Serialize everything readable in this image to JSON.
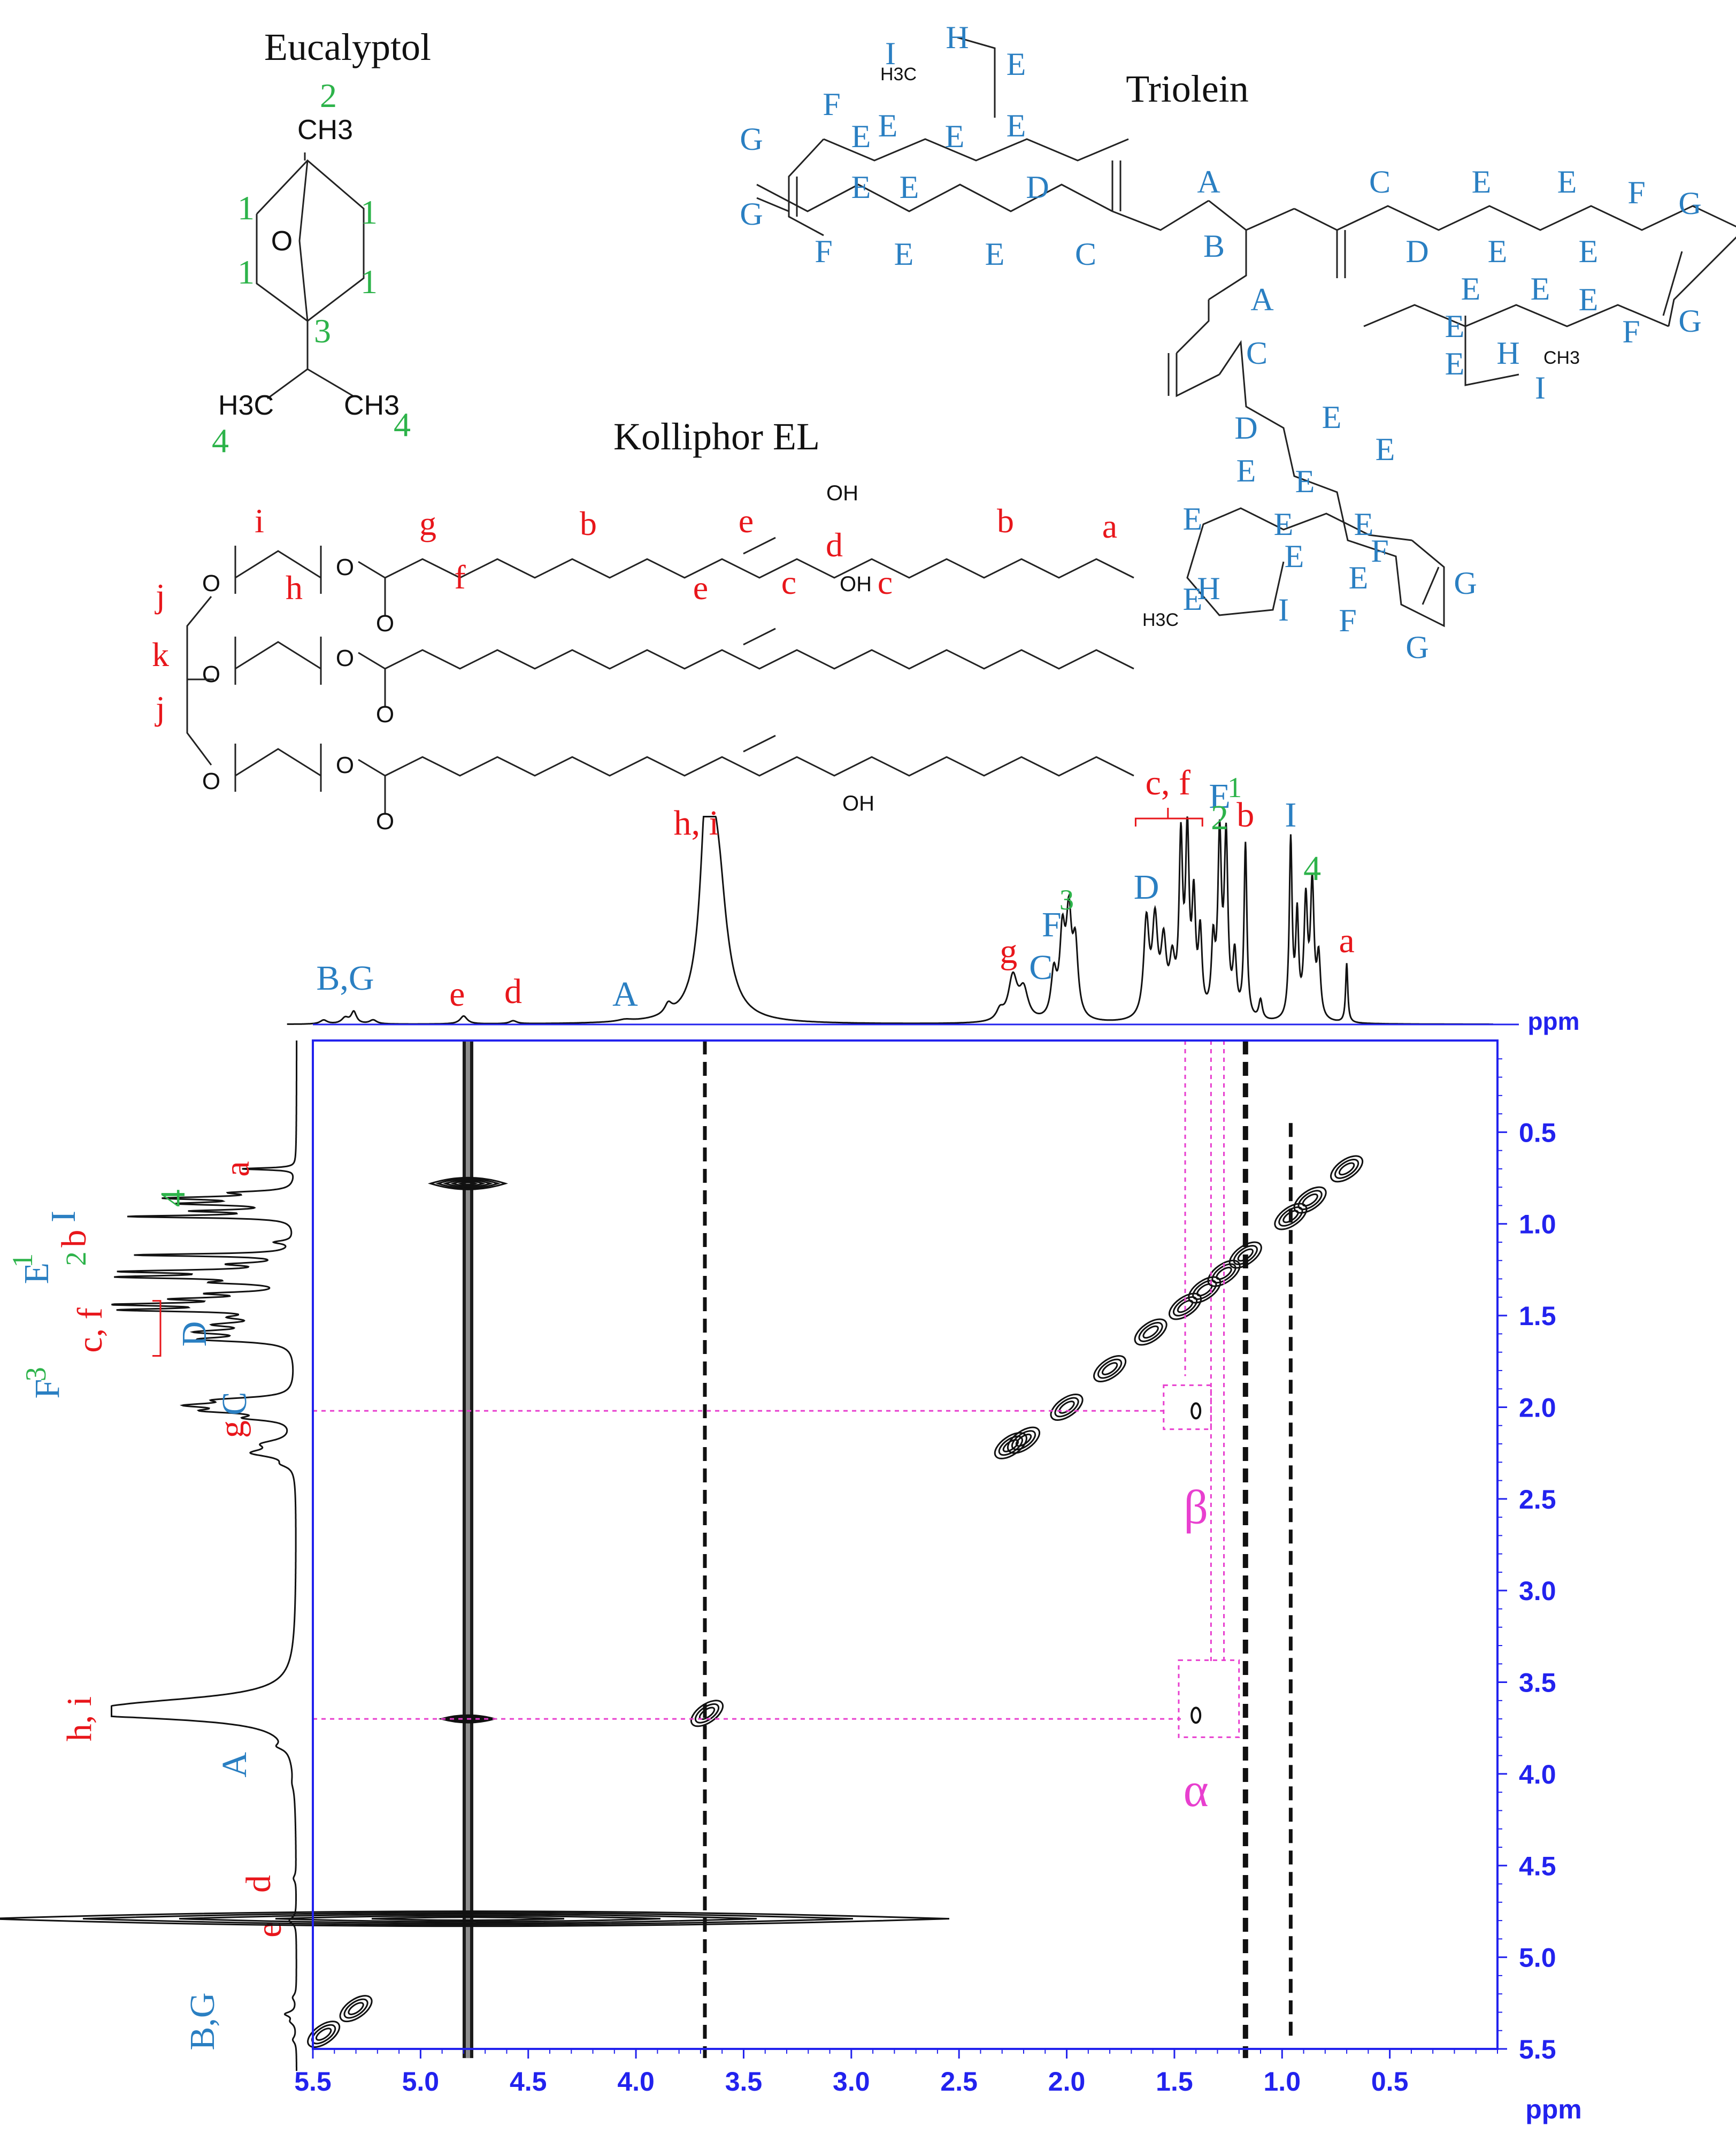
{
  "structures": {
    "eucalyptol": {
      "title": "Eucalyptol",
      "methyl": "CH3",
      "ring_oxygen": "O",
      "iso_left": "H3C",
      "iso_right": "CH3",
      "labels": [
        "2",
        "1",
        "1",
        "1",
        "1",
        "3",
        "4",
        "4"
      ]
    },
    "triolein": {
      "title": "Triolein",
      "chain1_labels": [
        "I",
        "H",
        "E",
        "E",
        "E",
        "E",
        "E",
        "F",
        "G",
        "G",
        "F",
        "E",
        "E",
        "E",
        "E",
        "D",
        "C"
      ],
      "glycerol_labels": [
        "A",
        "B",
        "A"
      ],
      "chain2_labels": [
        "C",
        "D",
        "E",
        "E",
        "E",
        "E",
        "F",
        "G",
        "G",
        "F",
        "E",
        "E",
        "E",
        "E",
        "E",
        "H",
        "I"
      ],
      "chain3_labels": [
        "C",
        "D",
        "E",
        "E",
        "E",
        "E",
        "E",
        "E",
        "E",
        "E",
        "E",
        "F",
        "G",
        "G",
        "F",
        "E",
        "H",
        "I"
      ],
      "methyl_text": "H3C",
      "methyl_text_right": "CH3"
    },
    "kolliphor": {
      "title": "Kolliphor EL",
      "hydroxyl": "OH",
      "oxygen": "O",
      "chain_labels": [
        "i",
        "h",
        "g",
        "f",
        "b",
        "e",
        "e",
        "d",
        "c",
        "c",
        "b",
        "a"
      ],
      "glycerol_labels": [
        "j",
        "k",
        "j"
      ]
    }
  },
  "chart_data": {
    "type": "2D NMR contour (COSY)",
    "x_axis": {
      "label": "ppm",
      "range": [
        5.5,
        0.0
      ],
      "ticks": [
        "5.5",
        "5.0",
        "4.5",
        "4.0",
        "3.5",
        "3.0",
        "2.5",
        "2.0",
        "1.5",
        "1.0",
        "0.5"
      ]
    },
    "y_axis": {
      "label": "ppm",
      "range": [
        0.0,
        5.5
      ],
      "ticks": [
        "0.5",
        "1.0",
        "1.5",
        "2.0",
        "2.5",
        "3.0",
        "3.5",
        "4.0",
        "4.5",
        "5.0",
        "5.5"
      ]
    },
    "projection_peaks": [
      {
        "ppm": 5.45,
        "height": 0.02,
        "w": 0.02
      },
      {
        "ppm": 5.35,
        "height": 0.03,
        "w": 0.02
      },
      {
        "ppm": 5.31,
        "height": 0.06,
        "w": 0.015
      },
      {
        "ppm": 5.22,
        "height": 0.02,
        "w": 0.02
      },
      {
        "ppm": 4.8,
        "height": 0.04,
        "w": 0.02
      },
      {
        "ppm": 4.57,
        "height": 0.015,
        "w": 0.02
      },
      {
        "ppm": 4.05,
        "height": 0.01,
        "w": 0.04
      },
      {
        "ppm": 3.85,
        "height": 0.05,
        "w": 0.02
      },
      {
        "ppm": 3.67,
        "height": 1.0,
        "w": 0.035
      },
      {
        "ppm": 3.62,
        "height": 0.65,
        "w": 0.05
      },
      {
        "ppm": 2.31,
        "height": 0.05,
        "w": 0.02
      },
      {
        "ppm": 2.25,
        "height": 0.22,
        "w": 0.025
      },
      {
        "ppm": 2.2,
        "height": 0.15,
        "w": 0.025
      },
      {
        "ppm": 2.06,
        "height": 0.22,
        "w": 0.015
      },
      {
        "ppm": 2.02,
        "height": 0.4,
        "w": 0.015
      },
      {
        "ppm": 1.99,
        "height": 0.48,
        "w": 0.015
      },
      {
        "ppm": 1.96,
        "height": 0.35,
        "w": 0.015
      },
      {
        "ppm": 1.63,
        "height": 0.48,
        "w": 0.015
      },
      {
        "ppm": 1.59,
        "height": 0.46,
        "w": 0.015
      },
      {
        "ppm": 1.55,
        "height": 0.35,
        "w": 0.015
      },
      {
        "ppm": 1.51,
        "height": 0.25,
        "w": 0.015
      },
      {
        "ppm": 1.47,
        "height": 0.85,
        "w": 0.01
      },
      {
        "ppm": 1.44,
        "height": 0.88,
        "w": 0.01
      },
      {
        "ppm": 1.41,
        "height": 0.55,
        "w": 0.01
      },
      {
        "ppm": 1.38,
        "height": 0.4,
        "w": 0.01
      },
      {
        "ppm": 1.32,
        "height": 0.35,
        "w": 0.01
      },
      {
        "ppm": 1.29,
        "height": 0.88,
        "w": 0.01
      },
      {
        "ppm": 1.26,
        "height": 0.88,
        "w": 0.01
      },
      {
        "ppm": 1.22,
        "height": 0.3,
        "w": 0.01
      },
      {
        "ppm": 1.17,
        "height": 0.88,
        "w": 0.008
      },
      {
        "ppm": 1.1,
        "height": 0.1,
        "w": 0.01
      },
      {
        "ppm": 0.96,
        "height": 0.9,
        "w": 0.008
      },
      {
        "ppm": 0.93,
        "height": 0.5,
        "w": 0.008
      },
      {
        "ppm": 0.89,
        "height": 0.58,
        "w": 0.01
      },
      {
        "ppm": 0.86,
        "height": 0.66,
        "w": 0.01
      },
      {
        "ppm": 0.83,
        "height": 0.3,
        "w": 0.01
      },
      {
        "ppm": 0.7,
        "height": 0.3,
        "w": 0.006
      }
    ],
    "proj_labels": [
      {
        "text": "B,G",
        "color": "blue"
      },
      {
        "text": "e",
        "color": "red"
      },
      {
        "text": "d",
        "color": "red"
      },
      {
        "text": "A",
        "color": "blue"
      },
      {
        "text": "h, i",
        "color": "red"
      },
      {
        "text": "g",
        "color": "red"
      },
      {
        "text": "C",
        "color": "blue"
      },
      {
        "text": "F",
        "color": "blue"
      },
      {
        "text": "3",
        "color": "green"
      },
      {
        "text": "D",
        "color": "blue"
      },
      {
        "text": "c, f",
        "color": "red"
      },
      {
        "text": "E",
        "color": "blue"
      },
      {
        "text": "1",
        "color": "green"
      },
      {
        "text": "2",
        "color": "green"
      },
      {
        "text": "b",
        "color": "red"
      },
      {
        "text": "I",
        "color": "blue"
      },
      {
        "text": "4",
        "color": "green"
      },
      {
        "text": "a",
        "color": "red"
      }
    ],
    "vertical_streaks": [
      {
        "ppm": 4.78,
        "from": 0.0,
        "to": 5.55,
        "kind": "solid"
      },
      {
        "ppm": 3.68,
        "from": 0.0,
        "to": 5.55,
        "kind": "dashed"
      },
      {
        "ppm": 1.17,
        "from": 0.0,
        "to": 5.55,
        "kind": "dashed"
      },
      {
        "ppm": 0.96,
        "from": 0.45,
        "to": 5.45,
        "kind": "dashed"
      }
    ],
    "diagonal_peaks": [
      [
        5.45,
        5.42
      ],
      [
        5.3,
        5.28
      ],
      [
        2.26,
        2.21
      ],
      [
        2.2,
        2.18
      ],
      [
        2.0,
        2.0
      ],
      [
        1.61,
        1.59
      ],
      [
        1.45,
        1.45
      ],
      [
        1.36,
        1.36
      ],
      [
        1.27,
        1.27
      ],
      [
        1.17,
        1.17
      ],
      [
        0.96,
        0.96
      ],
      [
        0.87,
        0.87
      ],
      [
        0.7,
        0.7
      ],
      [
        1.8,
        1.79
      ],
      [
        3.67,
        3.67
      ]
    ],
    "cross_peaks": [
      {
        "x": 1.33,
        "y": 2.02,
        "label": "β"
      },
      {
        "x": 1.33,
        "y": 3.68,
        "label": "α"
      }
    ],
    "annotations": [
      "β",
      "α"
    ],
    "left_labels": [
      {
        "text": "a",
        "color": "red"
      },
      {
        "text": "4",
        "color": "green"
      },
      {
        "text": "I",
        "color": "blue"
      },
      {
        "text": "E",
        "color": "blue"
      },
      {
        "text": "1",
        "color": "green"
      },
      {
        "text": "2",
        "color": "green"
      },
      {
        "text": "b",
        "color": "red"
      },
      {
        "text": "c, f",
        "color": "red"
      },
      {
        "text": "D",
        "color": "blue"
      },
      {
        "text": "3",
        "color": "green"
      },
      {
        "text": "F",
        "color": "blue"
      },
      {
        "text": "C",
        "color": "blue"
      },
      {
        "text": "g",
        "color": "red"
      },
      {
        "text": "h, i",
        "color": "red"
      },
      {
        "text": "A",
        "color": "blue"
      },
      {
        "text": "d",
        "color": "red"
      },
      {
        "text": "e",
        "color": "red"
      },
      {
        "text": "B,G",
        "color": "blue"
      }
    ]
  }
}
